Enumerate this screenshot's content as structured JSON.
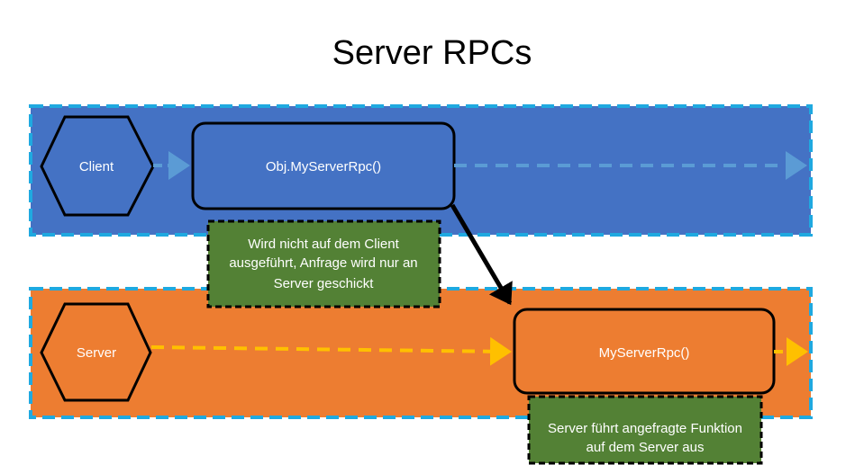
{
  "title": "Server RPCs",
  "colors": {
    "client_band": "#4472C4",
    "server_band": "#ED7D31",
    "band_border": "#1FA9E0",
    "note_fill": "#538135",
    "client_arrow": "#5B9BD5",
    "server_arrow": "#FFC000",
    "outline": "#000000",
    "text": "#FFFFFF"
  },
  "client": {
    "node_label": "Client",
    "call_label": "Obj.MyServerRpc()",
    "note_lines": [
      "Wird nicht auf dem Client",
      "ausgeführt, Anfrage wird nur an",
      "Server geschickt"
    ]
  },
  "server": {
    "node_label": "Server",
    "call_label": "MyServerRpc()",
    "note_lines": [
      "Server führt angefragte Funktion",
      "auf dem Server aus"
    ]
  }
}
